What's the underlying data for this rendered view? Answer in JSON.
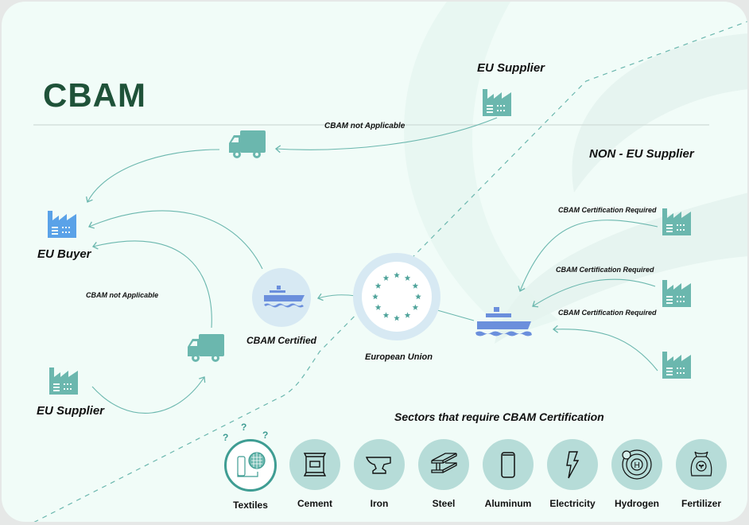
{
  "title": "CBAM",
  "labels": {
    "eu_supplier_top": "EU Supplier",
    "cbam_not_applicable_top": "CBAM not Applicable",
    "non_eu_supplier": "NON - EU Supplier",
    "eu_buyer": "EU Buyer",
    "cbam_not_applicable_left": "CBAM not Applicable",
    "cbam_certified": "CBAM Certified",
    "european_union": "European Union",
    "eu_supplier_bottom": "EU Supplier",
    "cert_required_1": "CBAM Certification Required",
    "cert_required_2": "CBAM Certification Required",
    "cert_required_3": "CBAM Certification Required",
    "sectors_heading": "Sectors that require CBAM Certification",
    "question_mark": "?"
  },
  "sectors": [
    {
      "name": "Textiles",
      "icon": "textiles-icon",
      "highlighted": true
    },
    {
      "name": "Cement",
      "icon": "cement-bag-icon",
      "highlighted": false
    },
    {
      "name": "Iron",
      "icon": "anvil-icon",
      "highlighted": false
    },
    {
      "name": "Steel",
      "icon": "steel-beam-icon",
      "highlighted": false
    },
    {
      "name": "Aluminum",
      "icon": "can-icon",
      "highlighted": false
    },
    {
      "name": "Electricity",
      "icon": "lightning-icon",
      "highlighted": false
    },
    {
      "name": "Hydrogen",
      "icon": "hydrogen-atom-icon",
      "highlighted": false
    },
    {
      "name": "Fertilizer",
      "icon": "fertilizer-bag-icon",
      "highlighted": false
    }
  ],
  "colors": {
    "teal": "#6bb7ae",
    "blue_factory": "#5aa2e8",
    "ship_blue": "#6b8fdc",
    "title_green": "#1f5239",
    "light_blue_circle": "#d7e9f3"
  }
}
